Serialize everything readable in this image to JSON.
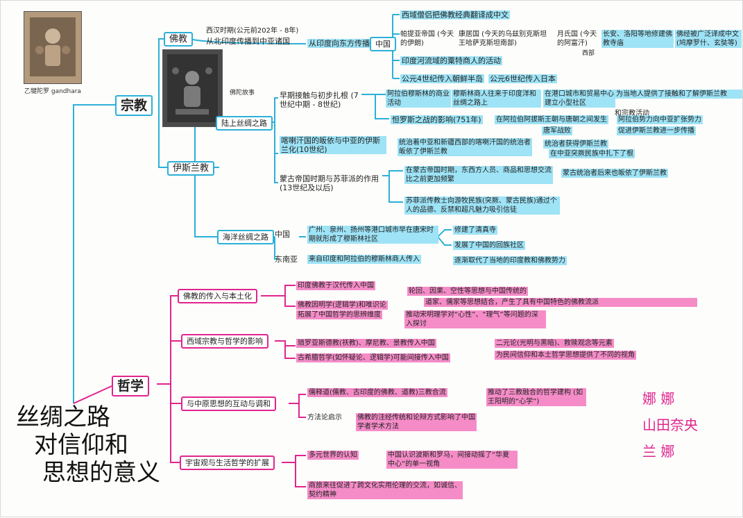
{
  "title": {
    "line1": "丝绸之路",
    "line2": "对信仰和",
    "line3": "思想的意义"
  },
  "authors": [
    "娜 娜",
    "山田奈央",
    "兰 娜"
  ],
  "images": {
    "gandhara_caption": "乙犍陀罗 gandhara",
    "relief_caption": "佛陀故事"
  },
  "religion": {
    "label": "宗教",
    "buddhism": {
      "label": "佛教",
      "period": "西汉时期(公元前202年 - 8年)",
      "spread": "从北印度传播到中亚诸国",
      "from_india": "从印度向东方传播",
      "china": "中国",
      "items": [
        "西域僧侣把佛教经典翻译成中文",
        "帕提亚帝国 (今天的伊朗)",
        "康居国 (今天的乌兹别克斯坦王哈萨克斯坦南部)",
        "月氏国 (今天的阿富汗)",
        "西部",
        "长安、洛阳等地修建佛教寺庙",
        "佛经被广泛译成中文 (鸠摩罗什、玄奘等)",
        "印度河流域的粟特商人的活动",
        "公元4世纪传入朝鲜半岛",
        "公元6世纪传入日本"
      ]
    },
    "islam": {
      "label": "伊斯兰教",
      "land": {
        "label": "陆上丝绸之路",
        "early": "早期接触与初步扎根 (7世纪中期 - 8世纪)",
        "early_items": [
          "阿拉伯穆斯林的商业活动",
          "穆斯林商人往来于印度洋和丝绸之路上",
          "在港口城市和贸易中心建立小型社区",
          "为当地人提供了接触和了解伊斯兰教",
          "和宗教活动"
        ],
        "talas": "怛罗斯之战的影响(751年)",
        "talas_items": [
          "在阿拉伯阿拔斯王朝与唐朝之间发生",
          "唐军战败",
          "阿拉伯势力向中亚扩张势力",
          "促进伊斯兰教进一步传播"
        ],
        "karakhanid": "喀喇汗国的皈依与中亚的伊斯兰化(10世纪)",
        "karakhanid_items": [
          "统治着中亚和新疆西部的喀喇汗国的统治者皈依了伊斯兰教",
          "统治者获得伊斯兰教",
          "在中亚突厥民族中扎下了根"
        ],
        "mongol": "蒙古帝国时期与苏菲派的作用 (13世纪及以后)",
        "mongol_items": [
          "在蒙古帝国时期，东西方人员、商品和思想交流比之前更加频繁",
          "蒙古统治者后来也皈依了伊斯兰教",
          "苏菲派传教士向游牧民族(突厥、蒙古民族)通过个人的品德、反禁和超凡魅力吸引信徒"
        ]
      },
      "sea": {
        "label": "海洋丝绸之路",
        "china": "中国",
        "china_items": [
          "广州、泉州、扬州等港口城市早在唐宋时期就形成了穆斯林社区",
          "修建了清真寺",
          "发展了中国的回族社区"
        ],
        "sea_asia": "东南亚",
        "sea_asia_items": [
          "来自印度和阿拉伯的穆斯林商人传入",
          "逐渐取代了当地的印度教和佛教势力"
        ]
      }
    }
  },
  "philosophy": {
    "label": "哲学",
    "branches": [
      {
        "label": "佛教的传入与本土化",
        "items": [
          "印度佛教于汉代传入中国",
          "轮回、因果、空性等思想与中国传统的",
          "道家、儒家等思想结合，产生了具有中国特色的佛教流派",
          "佛教因明学(逻辑学)和唯识论",
          "拓展了中国哲学的思辨维度",
          "推动宋明理学对“心性”、“理气”等问题的深入探讨"
        ]
      },
      {
        "label": "西域宗教与哲学的影响",
        "items": [
          "琐罗亚斯德教(祆教)、摩尼教、景教传入中国",
          "二元论(光明与黑暗)、救赎观念等元素",
          "为民间信仰和本土哲学思想提供了不同的视角",
          "古希腊哲学(如怀疑论、逻辑学)可能间接传入中国"
        ]
      },
      {
        "label": "与中原思想的互动与调和",
        "items": [
          "儒释道(儒教、古印度的佛教、道教)三教合流",
          "推动了三教融合的哲学建构 (如王阳明的“心学”)",
          "方法论启示",
          "佛教的注经传统和论辩方式影响了中国学者学术方法"
        ]
      },
      {
        "label": "宇宙观与生活哲学的扩展",
        "items": [
          "多元世界的认知",
          "中国认识波斯和罗马，间接动摇了“华夏中心”的单一视角",
          "商旅来往促进了跨文化实用伦理的交流，如诚信、契约精神"
        ]
      }
    ]
  },
  "colors": {
    "cyan": "#2bb0d8",
    "cyan_hl": "#9ee3f6",
    "magenta": "#e0248f",
    "magenta_hl": "#f58cc8"
  },
  "icons": [
    "gandhara-statue-photo",
    "buddha-relief-photo"
  ]
}
